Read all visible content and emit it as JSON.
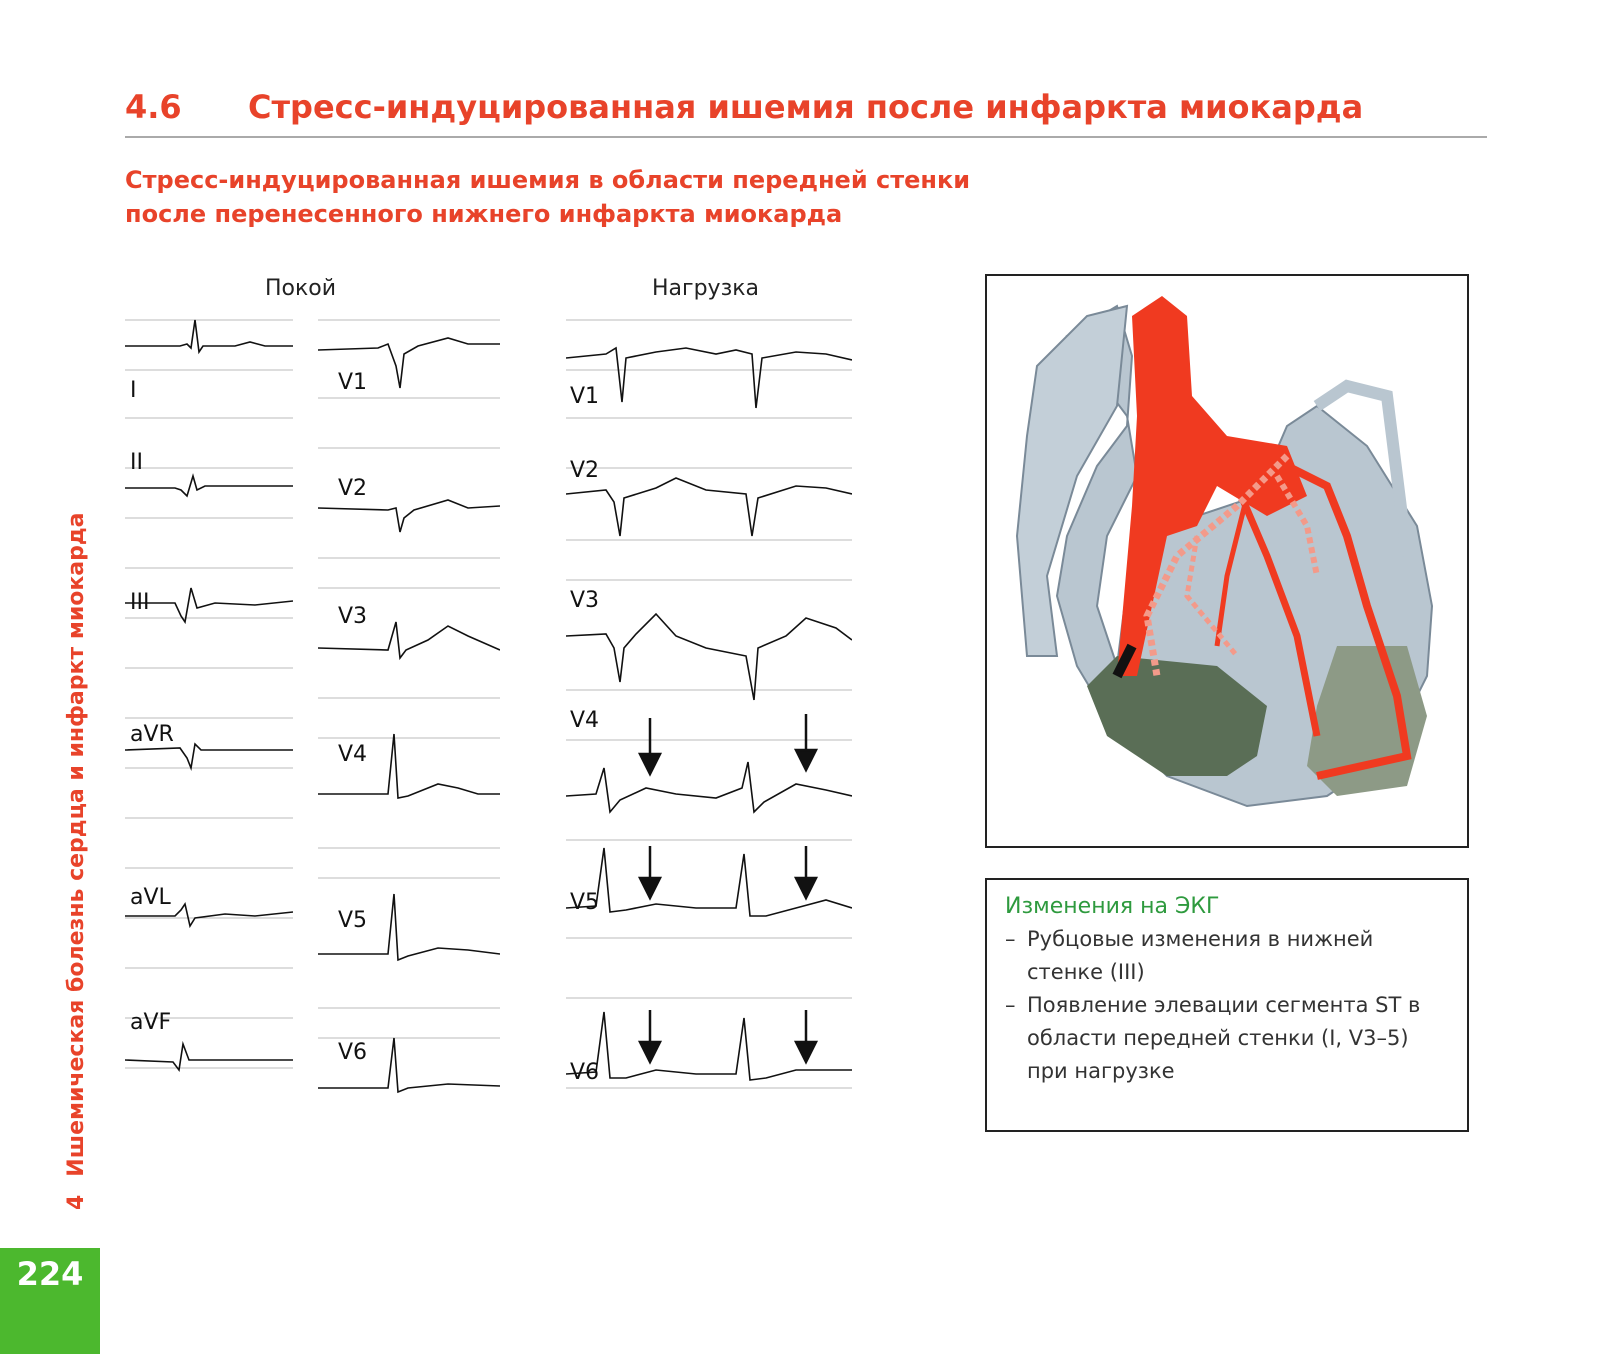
{
  "header": {
    "section_number": "4.6",
    "section_title": "Стресс-индуцированная ишемия после инфаркта миокарда",
    "subtitle_line1": "Стресс-индуцированная ишемия в области передней стенки",
    "subtitle_line2": "после перенесенного нижнего инфаркта миокарда"
  },
  "columns": {
    "rest": "Покой",
    "load": "Нагрузка"
  },
  "sidebar": {
    "chapter": "4",
    "text": "Ишемическая болезнь сердца и инфаркт миокарда"
  },
  "page_number": "224",
  "leads": {
    "limb": [
      "I",
      "II",
      "III",
      "aVR",
      "aVL",
      "aVF"
    ],
    "precordial_rest": [
      "V1",
      "V2",
      "V3",
      "V4",
      "V5",
      "V6"
    ],
    "precordial_load": [
      "V1",
      "V2",
      "V3",
      "V4",
      "V5",
      "V6"
    ]
  },
  "ecg_box": {
    "title": "Изменения на ЭКГ",
    "items": [
      "Рубцовые изменения в нижней стенке (III)",
      "Появление элевации сегмента ST в области передней стенки (I, V3–5) при нагрузке"
    ]
  },
  "colors": {
    "accent_red": "#e8432a",
    "green": "#4cb82e",
    "green_text": "#2e9a3e",
    "artery_red": "#f03a20",
    "infarct_green": "#5a6e56",
    "myocardium_blue": "#b9c6d0"
  }
}
